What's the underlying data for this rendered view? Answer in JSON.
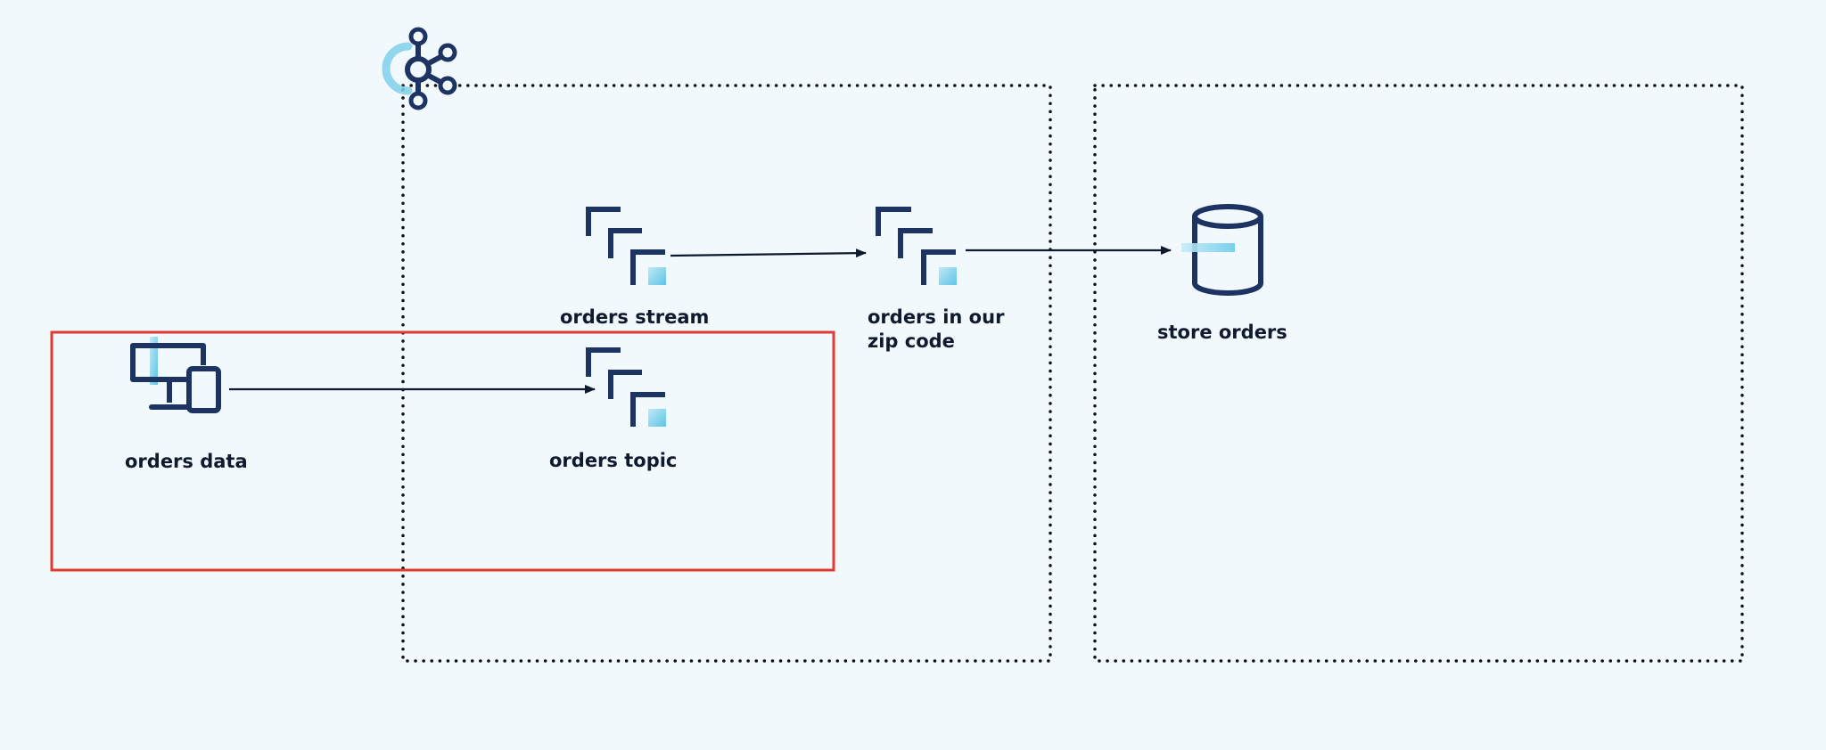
{
  "colors": {
    "background": "#f2f9fd",
    "icon_stroke": "#1d3361",
    "icon_accent": "#7fd0ea",
    "highlight_box": "#e03a33",
    "arrow": "#0f1a2e",
    "dotted_border": "#111111"
  },
  "nodes": {
    "orders_data": {
      "label": "orders data",
      "icon": "devices-icon"
    },
    "orders_topic": {
      "label": "orders topic",
      "icon": "stream-icon"
    },
    "orders_stream": {
      "label": "orders stream",
      "icon": "stream-icon"
    },
    "orders_zip": {
      "label": "orders in our zip code",
      "icon": "stream-icon"
    },
    "store_orders": {
      "label": "store orders",
      "icon": "database-icon"
    }
  },
  "groups": {
    "kafka_cluster": {
      "icon": "kafka-icon"
    },
    "sink_system": {}
  },
  "edges": [
    {
      "from": "orders_data",
      "to": "orders_topic"
    },
    {
      "from": "orders_stream",
      "to": "orders_zip"
    },
    {
      "from": "orders_zip",
      "to": "store_orders"
    }
  ]
}
